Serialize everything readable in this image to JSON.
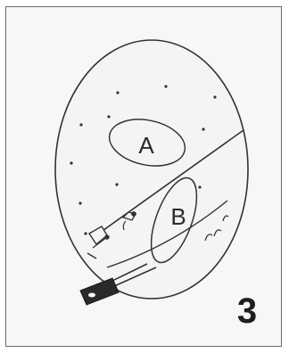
{
  "figure": {
    "region_a_label": "A",
    "region_b_label": "B",
    "figure_number": "3"
  }
}
